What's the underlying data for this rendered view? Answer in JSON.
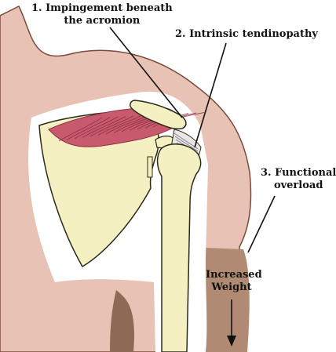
{
  "labels": {
    "impingement": [
      "1. Impingement beneath",
      "the acromion"
    ],
    "tendinopathy": "2. Intrinsic tendinopathy",
    "overload": [
      "3. Functional",
      "overload"
    ],
    "weight": [
      "Increased",
      "Weight"
    ]
  },
  "colors": {
    "skin": "#e8c3b5",
    "skin_outline": "#7a4a3a",
    "bone": "#f4f0c2",
    "bone_outline": "#2a2a1a",
    "muscle": "#c85a6e",
    "muscle_dark": "#8e2e44",
    "arm_weight": "#b08a72",
    "arm_shadow": "#8c6a55",
    "halo": "#ffffff",
    "text": "#111111"
  }
}
